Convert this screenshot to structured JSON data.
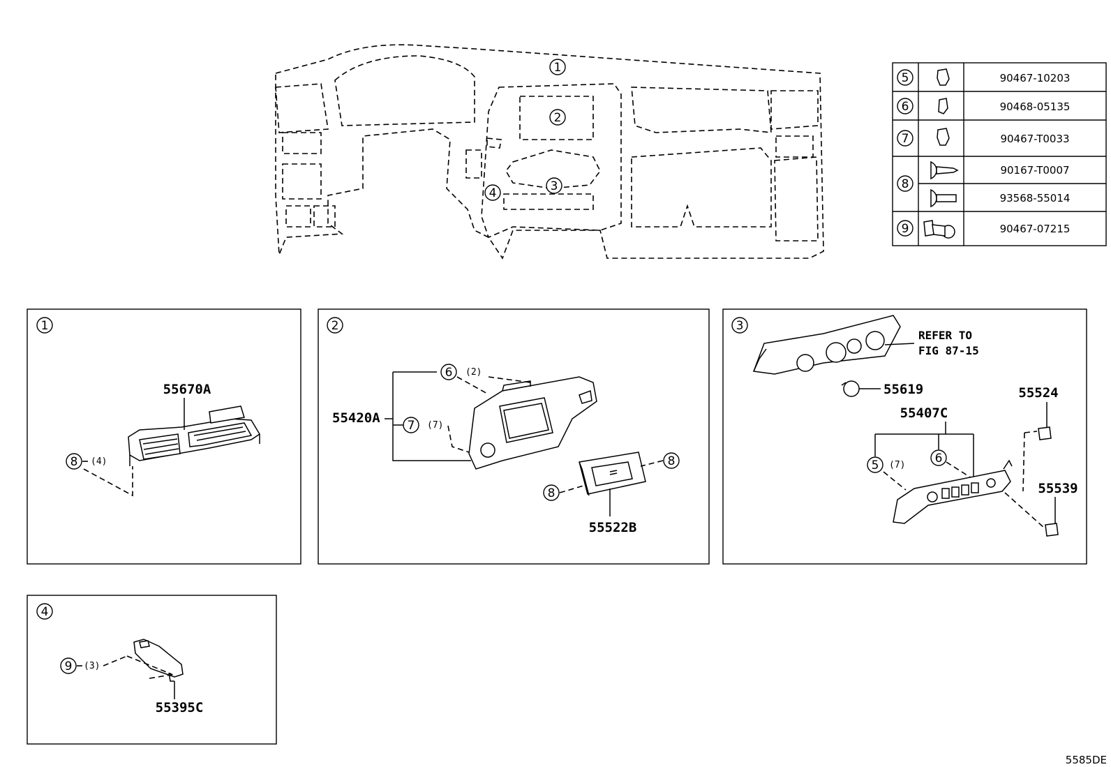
{
  "callouts": {
    "c1": "1",
    "c2": "2",
    "c3": "3",
    "c4": "4",
    "c5": "5",
    "c6": "6",
    "c7": "7",
    "c8": "8",
    "c9": "9"
  },
  "fastener_table": {
    "rows": [
      {
        "ref": "5",
        "parts": [
          "90467-10203"
        ]
      },
      {
        "ref": "6",
        "parts": [
          "90468-05135"
        ]
      },
      {
        "ref": "7",
        "parts": [
          "90467-T0033"
        ]
      },
      {
        "ref": "8",
        "parts": [
          "90167-T0007",
          "93568-55014"
        ]
      },
      {
        "ref": "9",
        "parts": [
          "90467-07215"
        ]
      }
    ]
  },
  "panel1": {
    "part": "55670A",
    "qty": "(4)"
  },
  "panel2": {
    "assembly": "55420A",
    "qty6": "(2)",
    "qty7": "(7)",
    "part": "55522B"
  },
  "panel3": {
    "refer_line1": "REFER TO",
    "refer_line2": "FIG 87-15",
    "part_knob": "55619",
    "assembly": "55407C",
    "qty5": "(7)",
    "part_a": "55524",
    "part_b": "55539"
  },
  "panel4": {
    "part": "55395C",
    "qty": "(3)"
  },
  "figure_code": "5585DE"
}
